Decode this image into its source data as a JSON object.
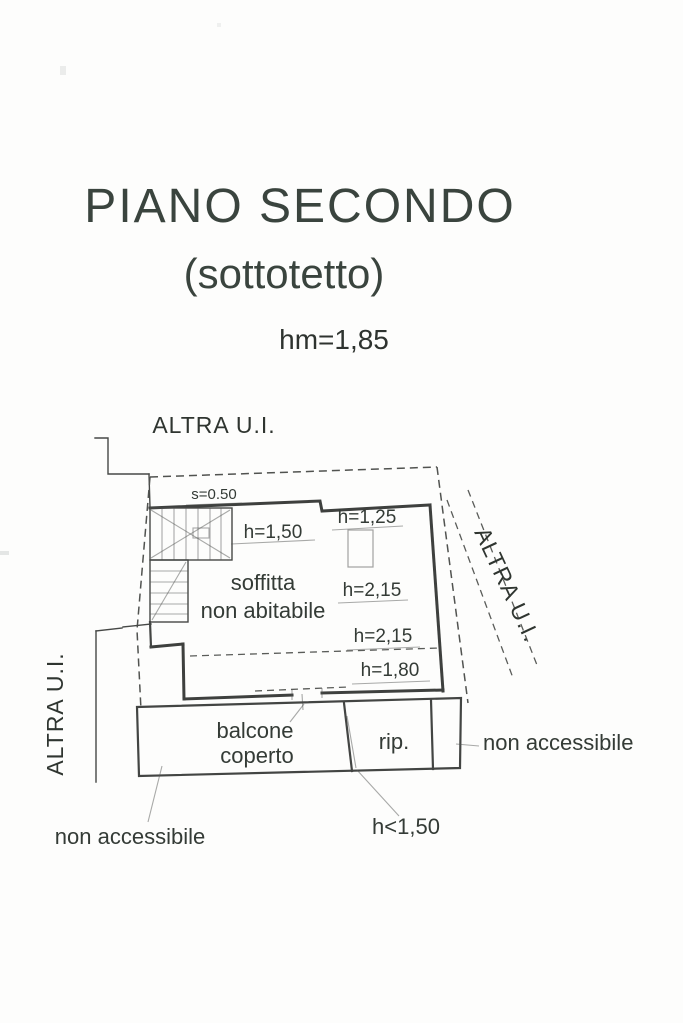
{
  "header": {
    "title": "PIANO SECONDO",
    "subtitle": "(sottotetto)",
    "height_note": "hm=1,85"
  },
  "plan": {
    "labels": {
      "altra_ui_top": "ALTRA U.I.",
      "altra_ui_right": "ALTRA U.I.",
      "altra_ui_left": "ALTRA U.I.",
      "wall_thickness": "s=0.50",
      "h_150": "h=1,50",
      "h_125": "h=1,25",
      "soffitta_line1": "soffitta",
      "soffitta_line2": "non abitabile",
      "h_215_upper": "h=2,15",
      "h_215_lower": "h=2,15",
      "h_180": "h=1,80",
      "balcone_line1": "balcone",
      "balcone_line2": "coperto",
      "rip": "rip.",
      "non_accessibile_right": "non accessibile",
      "non_accessibile_left": "non accessibile",
      "h_lt_150": "h<1,50"
    },
    "colors": {
      "ink": "#3e403e",
      "title_ink": "#3a443e",
      "background": "#fdfdfc"
    }
  }
}
